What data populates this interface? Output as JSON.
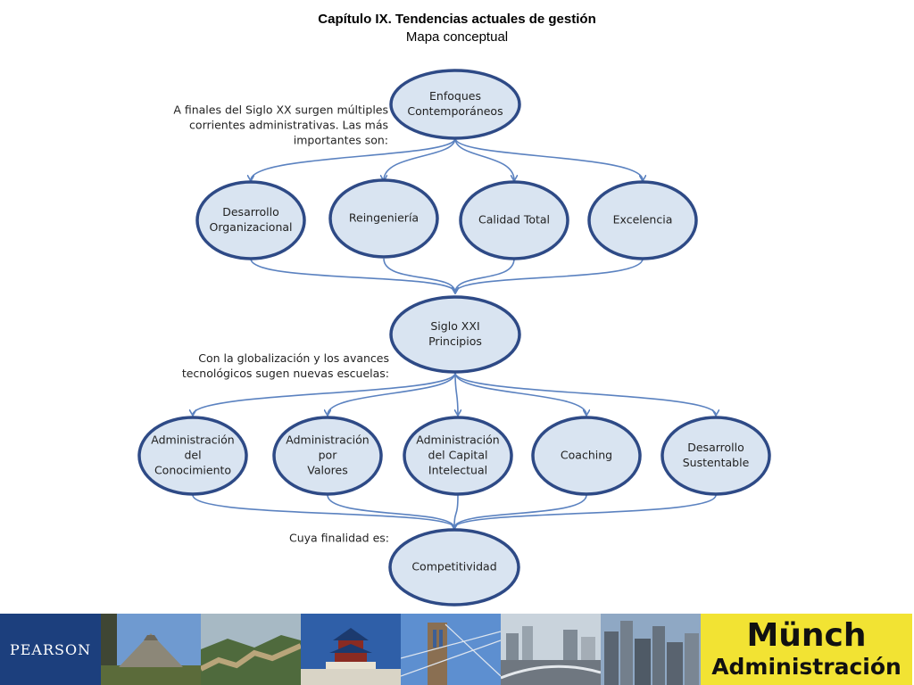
{
  "header": {
    "title": "Capítulo IX. Tendencias actuales de gestión",
    "subtitle": "Mapa conceptual"
  },
  "diagram": {
    "root": [
      "Enfoques",
      "Contemporáneos"
    ],
    "annotation_1": [
      "A finales del Siglo XX surgen múltiples",
      "corrientes administrativas. Las más",
      "importantes son:"
    ],
    "level_1": [
      [
        "Desarrollo",
        "Organizacional"
      ],
      [
        "Reingeniería"
      ],
      [
        "Calidad Total"
      ],
      [
        "Excelencia"
      ]
    ],
    "middle": [
      "Siglo XXI",
      "Principios"
    ],
    "annotation_2": [
      "Con la globalización y los avances",
      "tecnológicos sugen nuevas escuelas:"
    ],
    "level_2": [
      [
        "Administración",
        "del",
        "Conocimiento"
      ],
      [
        "Administración",
        "por",
        "Valores"
      ],
      [
        "Administración",
        "del Capital",
        "Intelectual"
      ],
      [
        "Coaching"
      ],
      [
        "Desarrollo",
        "Sustentable"
      ]
    ],
    "annotation_3": [
      "Cuya finalidad es:"
    ],
    "final": [
      "Competitividad"
    ],
    "colors": {
      "node_fill": "#d9e4f1",
      "node_stroke": "#2e4a86",
      "connector": "#5b82c0"
    }
  },
  "footer": {
    "publisher": "PEARSON",
    "author": "Münch",
    "book": "Administración",
    "photos": [
      "maya-pyramid-photo",
      "great-wall-photo",
      "temple-of-heaven-photo",
      "brooklyn-bridge-photo",
      "city-highway-photo",
      "city-skyline-photo"
    ]
  }
}
